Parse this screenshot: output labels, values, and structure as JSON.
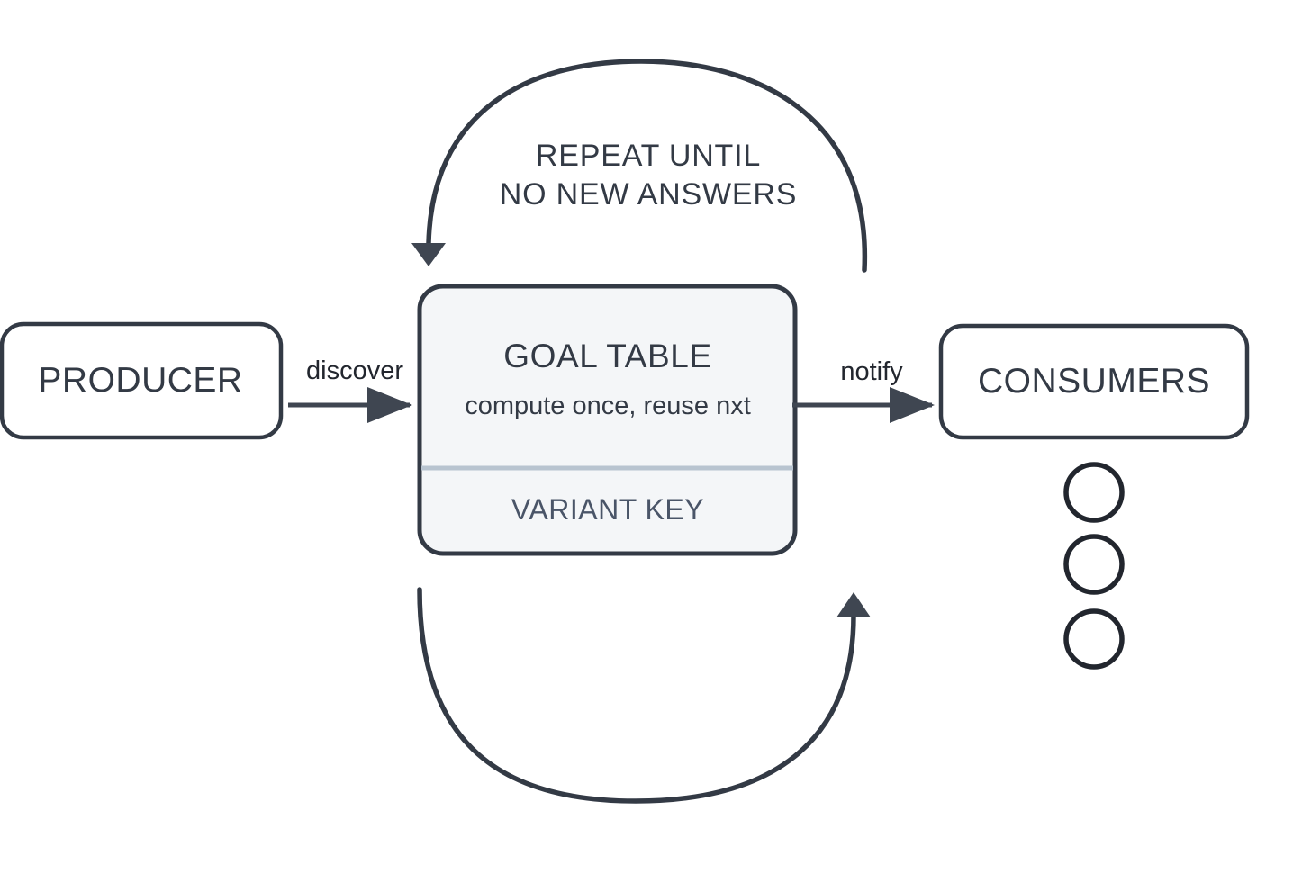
{
  "diagram": {
    "title": "Goal Table producer/consumer loop",
    "background_color": "#ffffff",
    "stroke_color": "#333a45",
    "nodes": {
      "producer": {
        "label": "PRODUCER",
        "shape": "rounded-rectangle",
        "fill": "#ffffff",
        "border": "#333a45"
      },
      "goal_table": {
        "title": "GOAL TABLE",
        "subtitle": "compute once, reuse nxt",
        "section_label": "VARIANT KEY",
        "shape": "rounded-rectangle",
        "fill": "#f4f6f8",
        "border": "#333a45",
        "divider_color": "#b8c4d0",
        "section_label_color": "#4a5568"
      },
      "consumers": {
        "label": "CONSUMERS",
        "shape": "rounded-rectangle",
        "fill": "#ffffff",
        "border": "#333a45",
        "instances": [
          {
            "name": "consumer-circle-1"
          },
          {
            "name": "consumer-circle-2"
          },
          {
            "name": "consumer-circle-3"
          }
        ]
      }
    },
    "edges": {
      "discover": {
        "label": "discover",
        "from": "producer",
        "to": "goal_table",
        "style": "straight-arrow"
      },
      "notify": {
        "label": "notify",
        "from": "goal_table",
        "to": "consumers",
        "style": "straight-arrow"
      },
      "top_loop": {
        "label": "REPEAT UNTIL\nNO NEW ANSWERS",
        "from": "consumers-side",
        "to": "goal_table-top",
        "style": "curved-arrow"
      },
      "bottom_loop": {
        "label": "",
        "from": "goal_table-bottom-left",
        "to": "goal_table-bottom-right",
        "style": "curved-arrow"
      }
    }
  }
}
